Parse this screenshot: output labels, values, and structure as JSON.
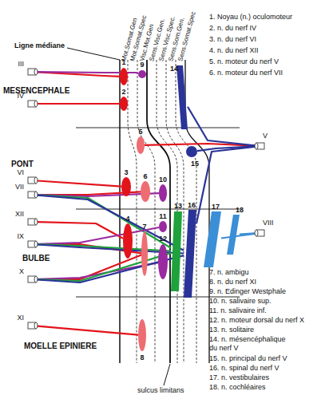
{
  "diagram": {
    "nodes": [
      {
        "text": [
          "1"
        ]
      },
      {
        "text": [
          "2"
        ]
      },
      {
        "text": [
          "3"
        ]
      },
      {
        "text": [
          "4"
        ]
      },
      {
        "text": [
          "5"
        ]
      },
      {
        "text": [
          "6"
        ]
      },
      {
        "text": [
          "7"
        ]
      },
      {
        "text": [
          "8"
        ]
      },
      {
        "text": [
          "9"
        ]
      },
      {
        "text": [
          "10"
        ]
      },
      {
        "text": [
          "11"
        ]
      },
      {
        "text": [
          "12"
        ]
      },
      {
        "text": [
          "13"
        ]
      },
      {
        "text": [
          "14"
        ]
      },
      {
        "text": [
          "15"
        ]
      },
      {
        "text": [
          "16"
        ]
      },
      {
        "text": [
          "17"
        ]
      },
      {
        "text": [
          "18"
        ]
      },
      {
        "text": [
          "III"
        ]
      },
      {
        "text": [
          "IV"
        ]
      },
      {
        "text": [
          "V"
        ]
      },
      {
        "text": [
          "VI"
        ]
      },
      {
        "text": [
          "VII"
        ]
      },
      {
        "text": [
          "VIII"
        ]
      },
      {
        "text": [
          "XII"
        ]
      },
      {
        "text": [
          "IX"
        ]
      },
      {
        "text": [
          "X"
        ]
      },
      {
        "text": [
          "XI"
        ]
      }
    ],
    "edges": [
      {
        "from": 18,
        "to": 0,
        "arrow": "none"
      },
      {
        "from": 18,
        "to": 8,
        "arrow": "none"
      },
      {
        "from": 19,
        "to": 1,
        "arrow": "none"
      },
      {
        "from": 20,
        "to": 4,
        "arrow": "none"
      },
      {
        "from": 20,
        "to": 13,
        "arrow": "none"
      },
      {
        "from": 20,
        "to": 14,
        "arrow": "none"
      },
      {
        "from": 20,
        "to": 15,
        "arrow": "none"
      },
      {
        "from": 21,
        "to": 2,
        "arrow": "none"
      },
      {
        "from": 22,
        "to": 5,
        "arrow": "none"
      },
      {
        "from": 22,
        "to": 9,
        "arrow": "none"
      },
      {
        "from": 22,
        "to": 12,
        "arrow": "none"
      },
      {
        "from": 22,
        "to": 15,
        "arrow": "none"
      },
      {
        "from": 23,
        "to": 16,
        "arrow": "none"
      },
      {
        "from": 23,
        "to": 17,
        "arrow": "none"
      },
      {
        "from": 24,
        "to": 3,
        "arrow": "none"
      },
      {
        "from": 25,
        "to": 6,
        "arrow": "none"
      },
      {
        "from": 25,
        "to": 10,
        "arrow": "none"
      },
      {
        "from": 25,
        "to": 12,
        "arrow": "none"
      },
      {
        "from": 25,
        "to": 15,
        "arrow": "none"
      },
      {
        "from": 26,
        "to": 6,
        "arrow": "none"
      },
      {
        "from": 26,
        "to": 11,
        "arrow": "none"
      },
      {
        "from": 26,
        "to": 12,
        "arrow": "none"
      },
      {
        "from": 26,
        "to": 15,
        "arrow": "none"
      },
      {
        "from": 27,
        "to": 7,
        "arrow": "none"
      }
    ],
    "labels": [
      "Ligne médiane",
      "Mot.Somat.Gen",
      "Mot.Somat.Spec",
      "Visc.Mot.Gen",
      "Sens.Visc.Gen.",
      "Sens.Visc.Spec.",
      "Sens.Som.Gen.",
      "Sens.Somat.Spec",
      "MESENCEPHALE",
      "PONT",
      "BULBE",
      "MOELLE EPINIERE",
      "1. Noyau (n.) oculomoteur",
      "2. n. du nerf IV",
      "3. n. du nerf VI",
      "4. n. du nerf XII",
      "5. n. moteur du nerf V",
      "6. n. moteur du nerf VII",
      "7. n. ambigu",
      "8. n. du nerf XI",
      "9. n. Edinger Westphale",
      "10. n. salivaire sup.",
      "11. n. salivaire inf.",
      "12. n. moteur dorsal du nerf X",
      "13. n. solitaire",
      "14. n. mésencéphalique du nerf V",
      "15. n. principal du nerf V",
      "16. n. spinal du nerf V",
      "17. n. vestibulaires",
      "18. n. cochléaires",
      "sulcus limitans"
    ]
  }
}
